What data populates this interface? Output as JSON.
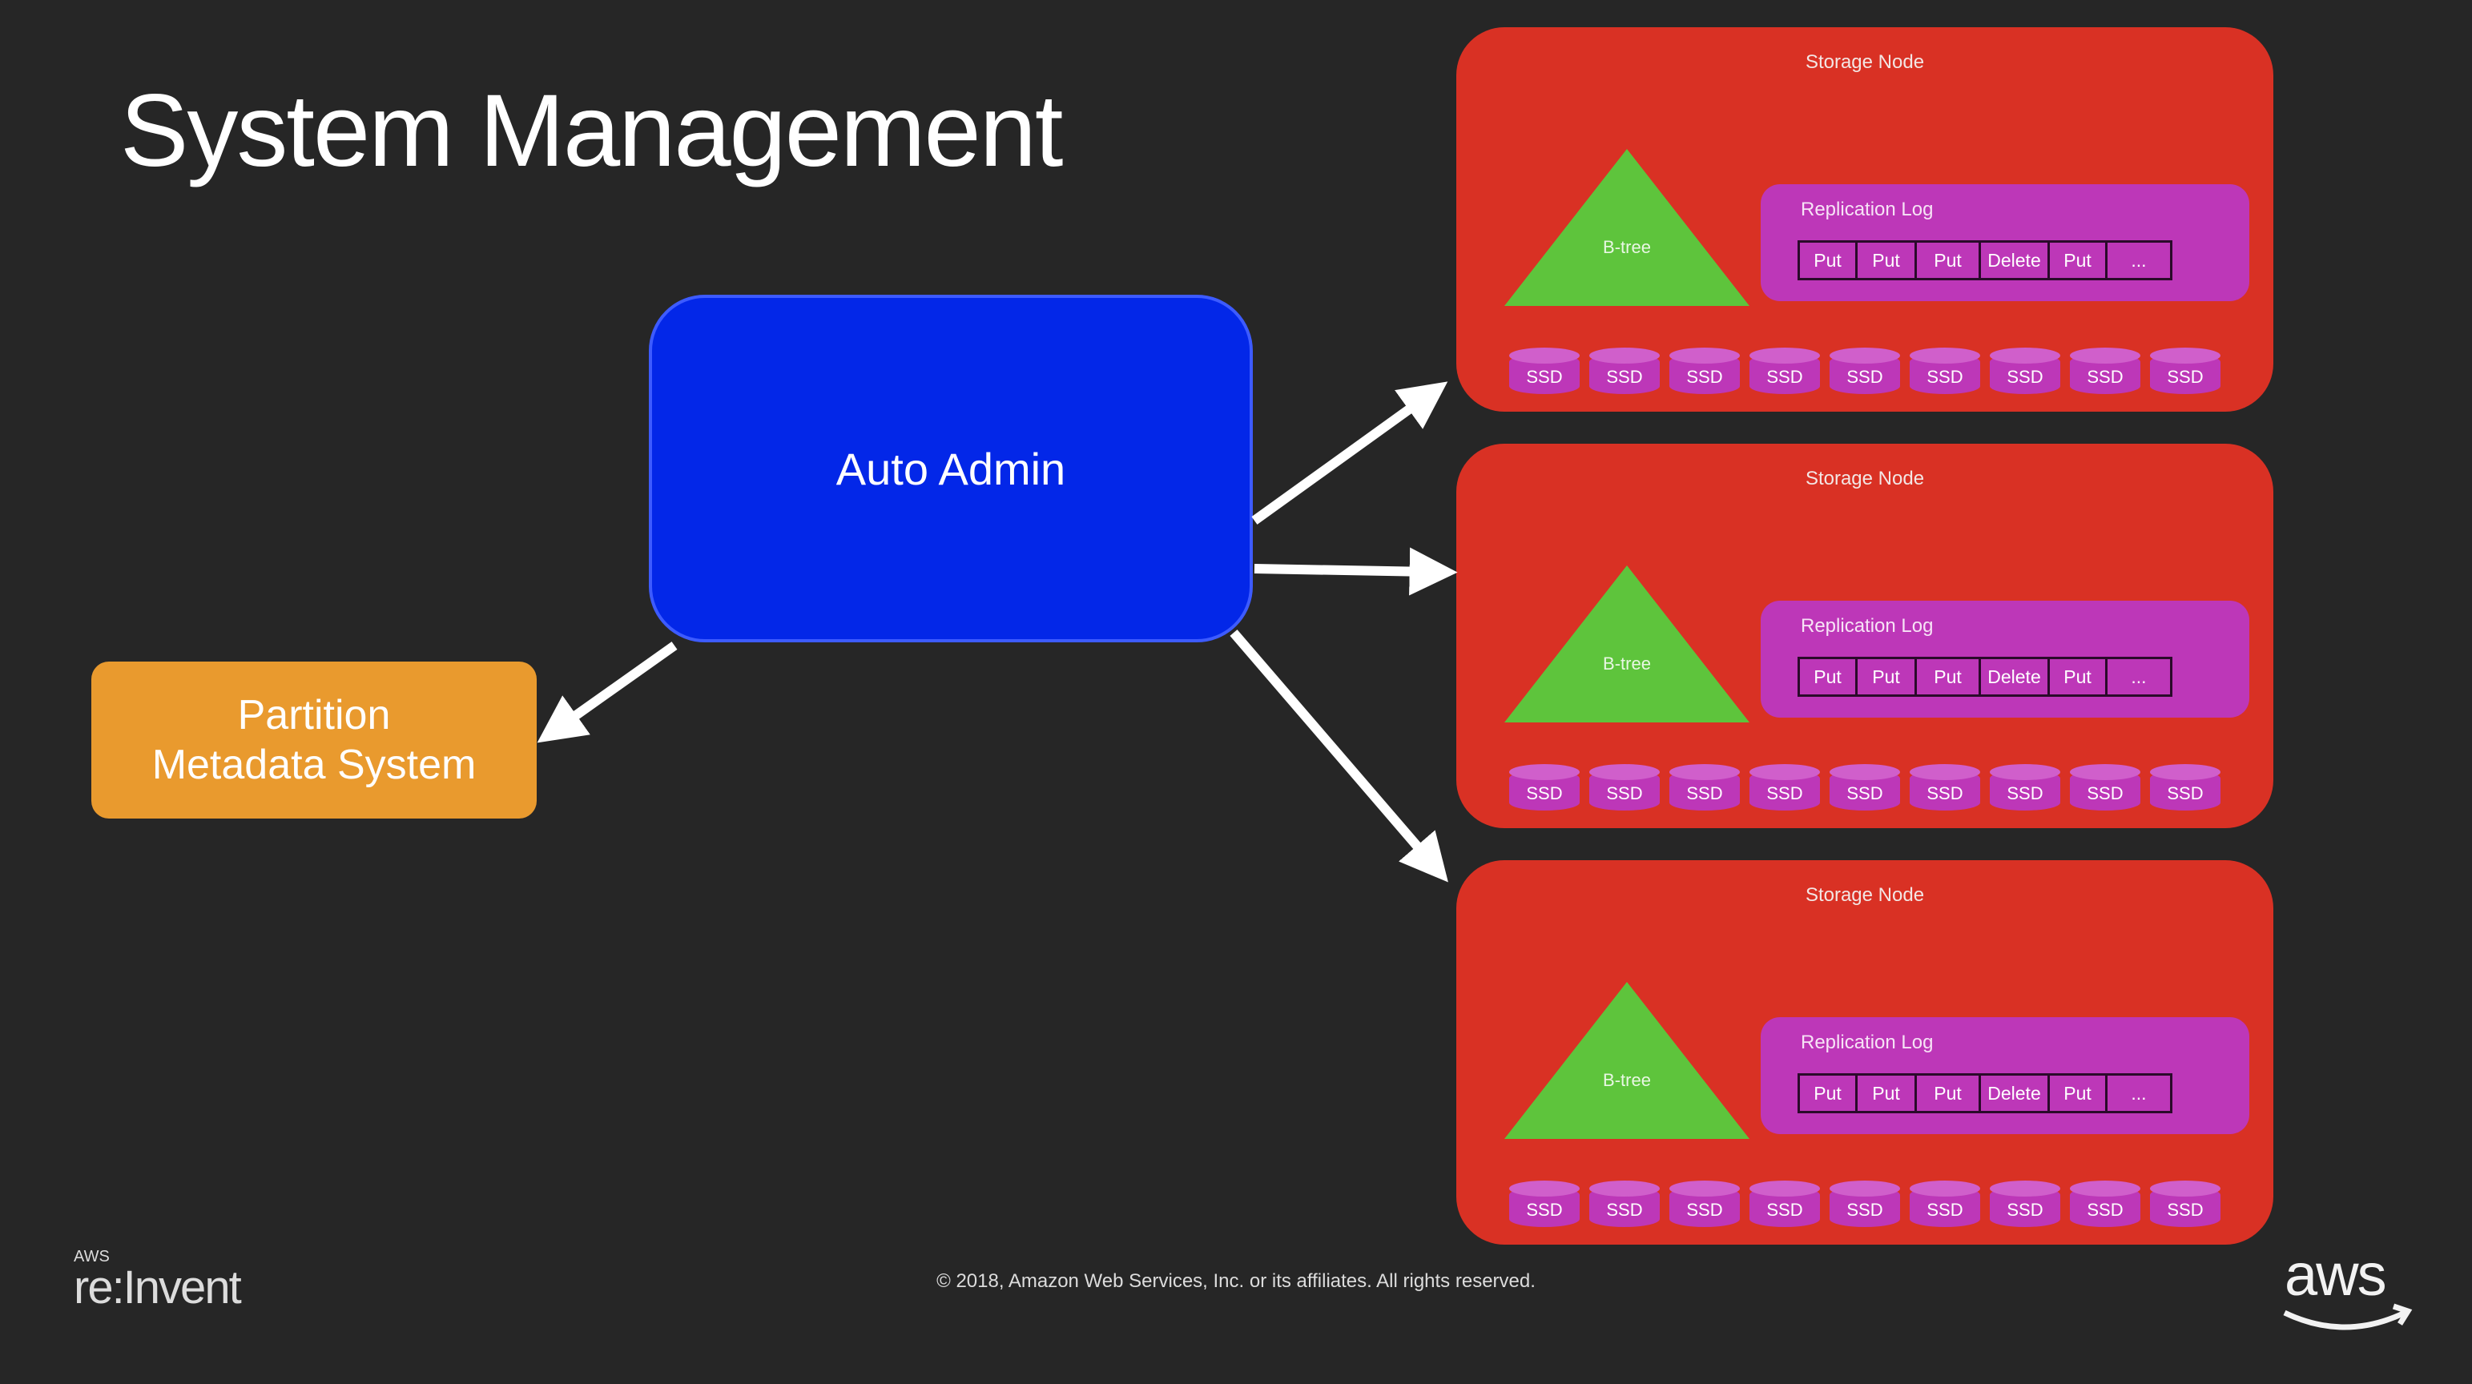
{
  "slide": {
    "title": "System Management",
    "footer": "© 2018, Amazon Web Services, Inc. or its affiliates. All rights reserved.",
    "event_logo": {
      "small": "AWS",
      "prefix": "re:",
      "main": "Invent"
    },
    "brand_logo": "aws"
  },
  "auto_admin": {
    "label": "Auto Admin"
  },
  "partition_metadata": {
    "line1": "Partition",
    "line2": "Metadata System"
  },
  "storage_nodes": [
    {
      "label": "Storage Node",
      "btree_label": "B-tree",
      "replication_log": {
        "label": "Replication Log",
        "entries": [
          "Put",
          "Put",
          "Put",
          "Delete",
          "Put",
          "..."
        ]
      },
      "ssds": [
        "SSD",
        "SSD",
        "SSD",
        "SSD",
        "SSD",
        "SSD",
        "SSD",
        "SSD",
        "SSD"
      ]
    },
    {
      "label": "Storage Node",
      "btree_label": "B-tree",
      "replication_log": {
        "label": "Replication Log",
        "entries": [
          "Put",
          "Put",
          "Put",
          "Delete",
          "Put",
          "..."
        ]
      },
      "ssds": [
        "SSD",
        "SSD",
        "SSD",
        "SSD",
        "SSD",
        "SSD",
        "SSD",
        "SSD",
        "SSD"
      ]
    },
    {
      "label": "Storage Node",
      "btree_label": "B-tree",
      "replication_log": {
        "label": "Replication Log",
        "entries": [
          "Put",
          "Put",
          "Put",
          "Delete",
          "Put",
          "..."
        ]
      },
      "ssds": [
        "SSD",
        "SSD",
        "SSD",
        "SSD",
        "SSD",
        "SSD",
        "SSD",
        "SSD",
        "SSD"
      ]
    }
  ],
  "colors": {
    "background": "#262626",
    "auto_admin": "#0327e8",
    "partition_metadata": "#e99a2e",
    "storage_node": "#d93124",
    "btree": "#5ec43c",
    "replication_log": "#bd37b8",
    "arrow": "#ffffff"
  }
}
